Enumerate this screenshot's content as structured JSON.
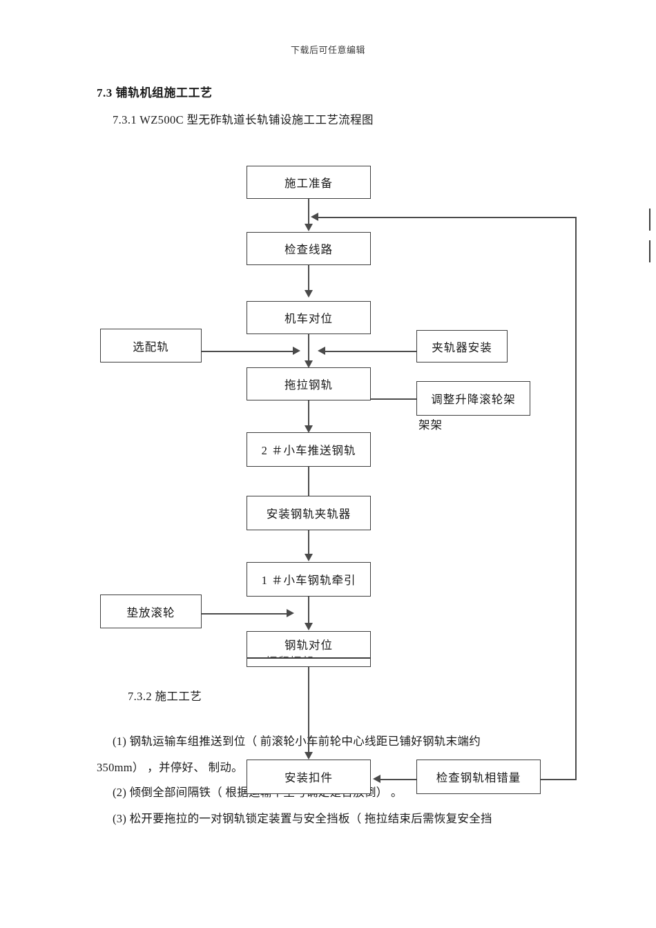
{
  "header": {
    "running_text": "下载后可任意编辑"
  },
  "document": {
    "section_number_title": "7.3  铺轨机组施工工艺",
    "subsection_flowchart": "7.3.1 WZ500C 型无砟轨道长轨铺设施工工艺流程图",
    "subsection_process": "7.3.2 施工工艺",
    "paragraphs": [
      "(1) 钢轨运输车组推送到位（ 前滚轮小车前轮中心线距已铺好钢轨末端约",
      "350mm） ，并停好、 制动。",
      "(2) 倾倒全部间隔铁（ 根据运输平至号确定是否放倒） 。",
      "(3) 松开要拖拉的一对钢轨锁定装置与安全挡板（ 拖拉结束后需恢复安全挡"
    ]
  },
  "flowchart": {
    "main_nodes": [
      {
        "id": "prep",
        "label": "施工准备"
      },
      {
        "id": "check-line",
        "label": "检查线路"
      },
      {
        "id": "loco-pos",
        "label": "机车对位"
      },
      {
        "id": "drag-rail",
        "label": "拖拉钢轨"
      },
      {
        "id": "cart2-push",
        "label": "2 ＃小车推送钢轨"
      },
      {
        "id": "install-clamp",
        "label": "安装钢轨夹轨器"
      },
      {
        "id": "cart1-pull",
        "label": "1 ＃小车钢轨牵引"
      },
      {
        "id": "rail-align",
        "label": "钢轨对位"
      },
      {
        "id": "install-fastener",
        "label": "安装扣件"
      }
    ],
    "side_nodes": [
      {
        "id": "select-rail",
        "label": "选配轨"
      },
      {
        "id": "clamp-install",
        "label": "夹轨器安装"
      },
      {
        "id": "adjust-roller",
        "label": "调整升降滚轮架"
      },
      {
        "id": "place-roller",
        "label": "垫放滚轮"
      },
      {
        "id": "check-offset",
        "label": "检查钢轨相错量"
      }
    ],
    "stray_labels": [
      {
        "id": "frame-frame",
        "label": "架架"
      },
      {
        "id": "clipped-overlap",
        "label": "振留振起"
      }
    ]
  },
  "colors": {
    "page_background": "#ffffff",
    "text": "#1a1a1a",
    "box_border": "#3c3c3c",
    "connector": "#4a4a4a",
    "header_text": "#3a3a3a"
  }
}
